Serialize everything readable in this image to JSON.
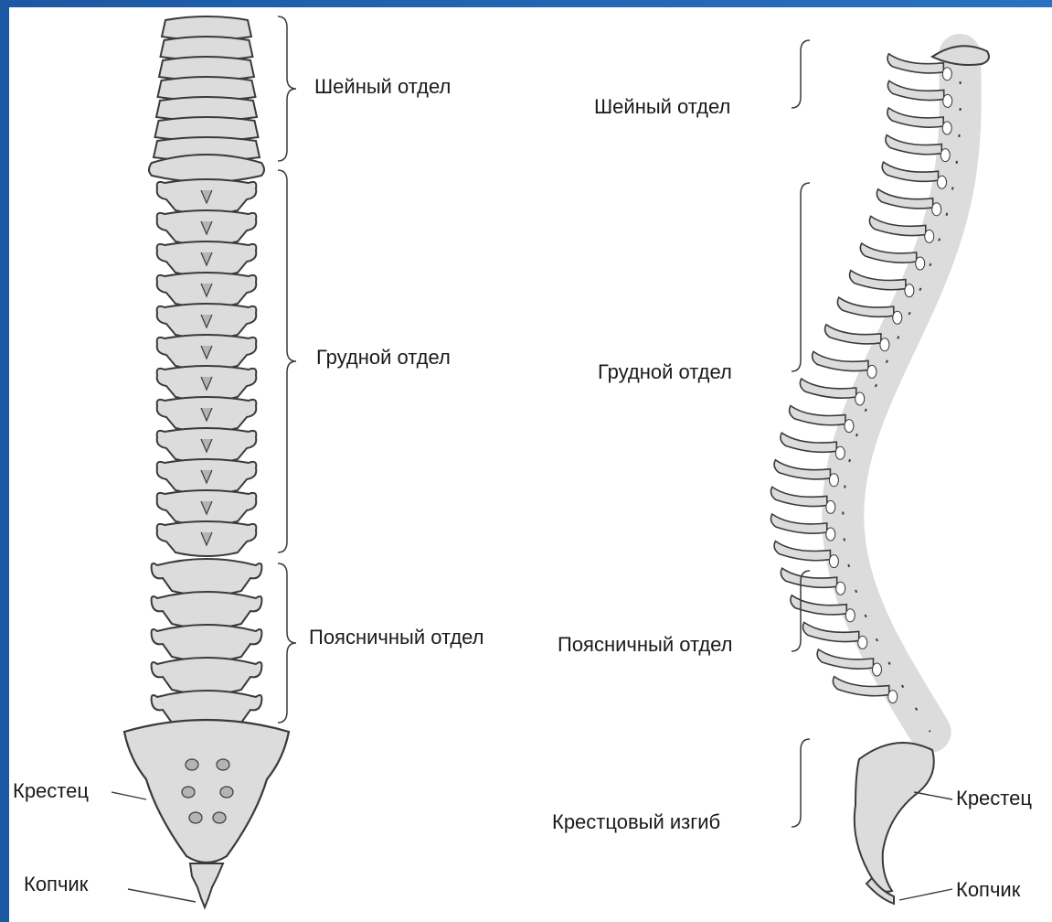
{
  "colors": {
    "frame": "#1f5fa8",
    "panel": "#ffffff",
    "bone_fill": "#dcdcdc",
    "bone_shade": "#b4b4b4",
    "bone_stroke": "#3a3a3a",
    "text": "#1a1a1a"
  },
  "front_view": {
    "cervical": "Шейный отдел",
    "thoracic": "Грудной отдел",
    "lumbar": "Поясничный отдел",
    "sacrum": "Крестец",
    "coccyx": "Копчик"
  },
  "side_view": {
    "cervical": "Шейный отдел",
    "thoracic": "Грудной отдел",
    "lumbar": "Поясничный отдел",
    "sacral_curve": "Крестцовый изгиб",
    "sacrum": "Крестец",
    "coccyx": "Копчик"
  }
}
